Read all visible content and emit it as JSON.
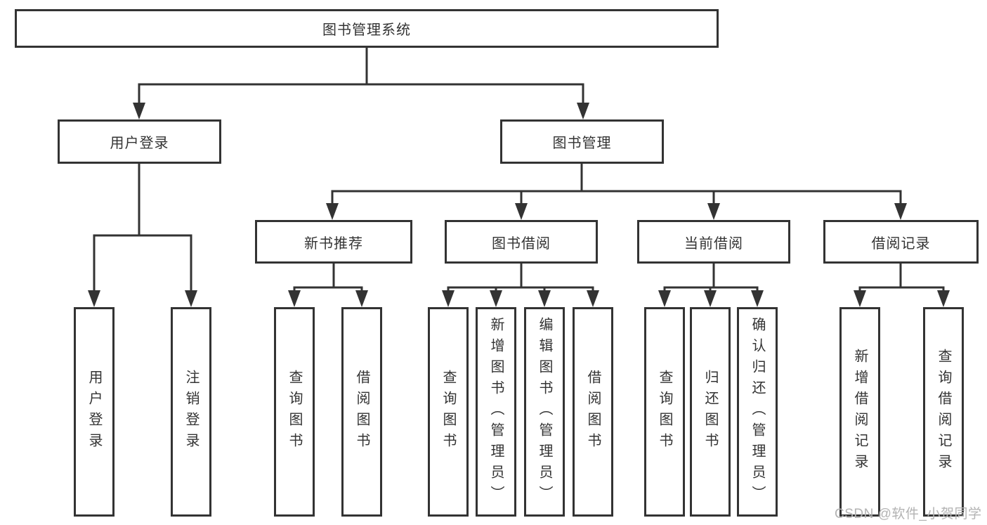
{
  "diagram": {
    "root": {
      "label": "图书管理系统"
    },
    "level2": [
      {
        "id": "user-login",
        "label": "用户登录"
      },
      {
        "id": "book-management",
        "label": "图书管理"
      }
    ],
    "level3": [
      {
        "id": "new-book-recommend",
        "label": "新书推荐"
      },
      {
        "id": "book-borrow",
        "label": "图书借阅"
      },
      {
        "id": "current-borrow",
        "label": "当前借阅"
      },
      {
        "id": "borrow-records",
        "label": "借阅记录"
      }
    ],
    "leaves": {
      "user_login": [
        {
          "label": "用户登录"
        },
        {
          "label": "注销登录"
        }
      ],
      "new_book": [
        {
          "label": "查询图书"
        },
        {
          "label": "借阅图书"
        }
      ],
      "book_borrow": [
        {
          "label": "查询图书"
        },
        {
          "label": "新增图书（管理员）"
        },
        {
          "label": "编辑图书（管理员）"
        },
        {
          "label": "借阅图书"
        }
      ],
      "current_borrow": [
        {
          "label": "查询图书"
        },
        {
          "label": "归还图书"
        },
        {
          "label": "确认归还（管理员）"
        }
      ],
      "borrow_records": [
        {
          "label": "新增借阅记录"
        },
        {
          "label": "查询借阅记录"
        }
      ]
    },
    "watermark": "CSDN @软件_小贺同学",
    "colors": {
      "line": "#333333",
      "text": "#333333",
      "watermark": "#b3b3b3",
      "background": "#ffffff"
    }
  }
}
